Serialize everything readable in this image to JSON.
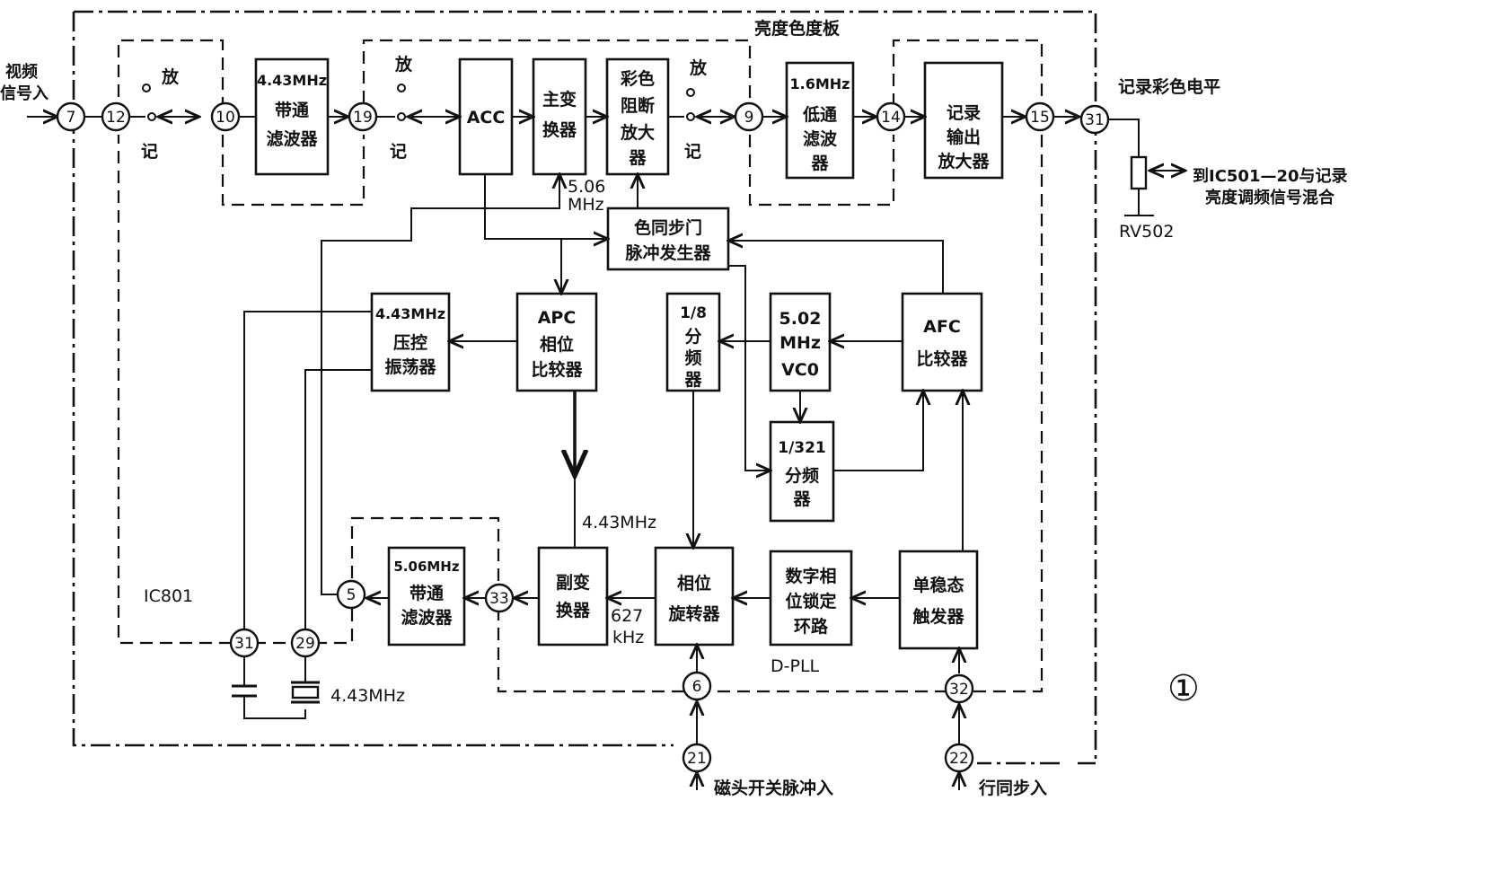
{
  "board_label": "亮度色度板",
  "ic_label": "IC801",
  "figure_mark": "①",
  "dpll_label": "D-PLL",
  "switch_play": "放",
  "switch_record": "记",
  "inputs": {
    "video_in": [
      "视频",
      "信号入"
    ],
    "head_switch": "磁头开关脉冲入",
    "hsync": "行同步入"
  },
  "outputs": {
    "record_level": "记录彩色电平",
    "to_ic501": [
      "到IC501—20与记录",
      "亮度调频信号混合"
    ],
    "rv502": "RV502"
  },
  "blocks": {
    "bpf443": [
      "4.43MHz",
      "带通",
      "滤波器"
    ],
    "acc": [
      "ACC"
    ],
    "main_conv": [
      "主变",
      "换器"
    ],
    "killer": [
      "彩色",
      "阻断",
      "放大",
      "器"
    ],
    "lpf16": [
      "1.6MHz",
      "低通",
      "滤波",
      "器"
    ],
    "rec_amp": [
      "记录",
      "输出",
      "放大器"
    ],
    "burst_gate": [
      "色同步门",
      "脉冲发生器"
    ],
    "vco443": [
      "4.43MHz",
      "压控",
      "振荡器"
    ],
    "apc": [
      "APC",
      "相位",
      "比较器"
    ],
    "div8": [
      "1/8",
      "分",
      "频",
      "器"
    ],
    "vco502": [
      "5.02",
      "MHz",
      "VC0"
    ],
    "afc": [
      "AFC",
      "比较器"
    ],
    "div321": [
      "1/321",
      "分频",
      "器"
    ],
    "bpf506": [
      "5.06MHz",
      "带通",
      "滤波器"
    ],
    "sub_conv": [
      "副变",
      "换器"
    ],
    "phase_rot": [
      "相位",
      "旋转器"
    ],
    "dpll": [
      "数字相",
      "位锁定",
      "环路"
    ],
    "mono": [
      "单稳态",
      "触发器"
    ]
  },
  "pins": [
    "7",
    "12",
    "10",
    "19",
    "9",
    "14",
    "15",
    "31",
    "5",
    "33",
    "31",
    "29",
    "6",
    "32",
    "21",
    "22"
  ],
  "freq_labels": {
    "f506": [
      "5.06",
      "MHz"
    ],
    "f443": "4.43MHz",
    "f627": [
      "627",
      "kHz"
    ],
    "crystal": "4.43MHz"
  }
}
